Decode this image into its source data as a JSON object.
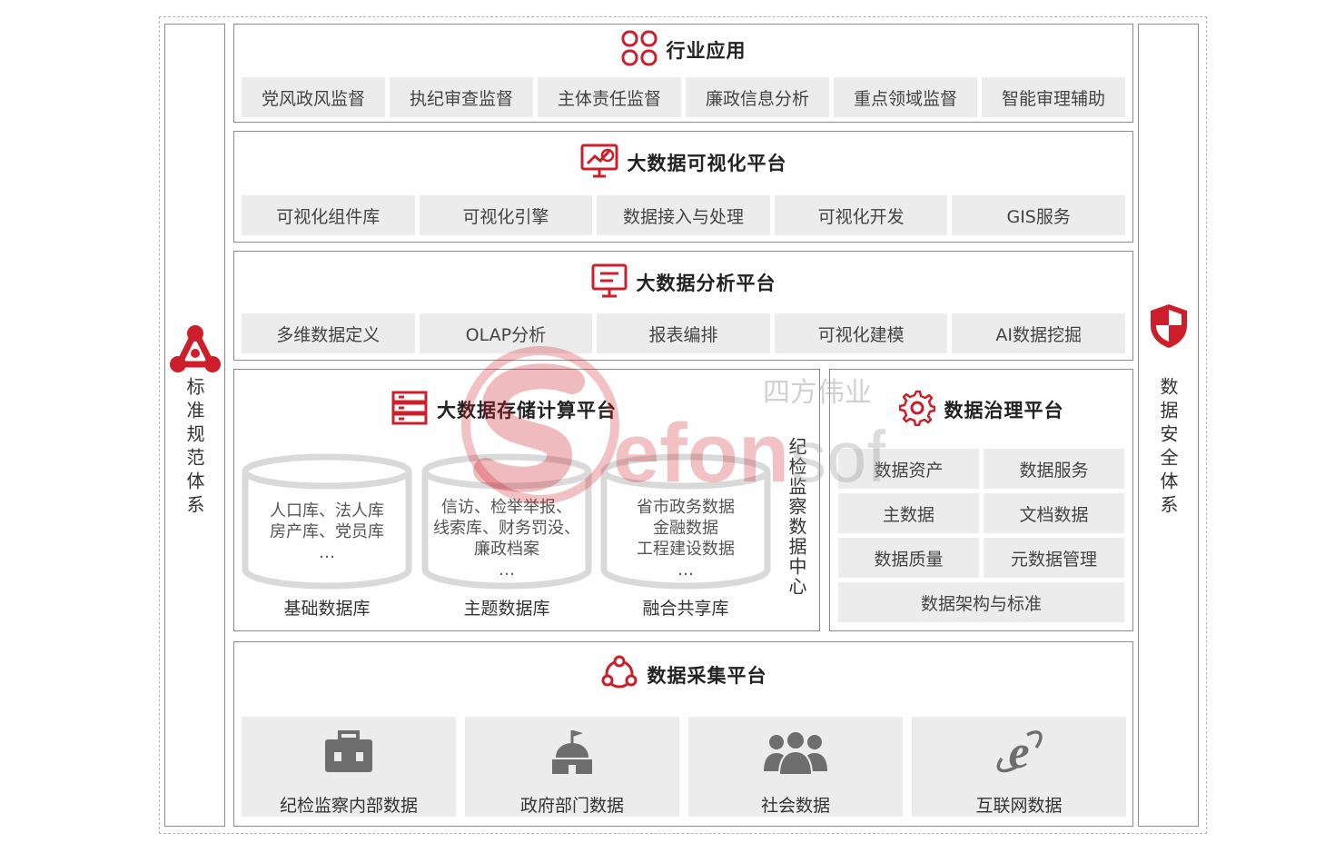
{
  "left_side": {
    "label": "标准规范体系",
    "icon": "share-nodes-icon"
  },
  "right_side": {
    "label": "数据安全体系",
    "icon": "shield-icon"
  },
  "industry": {
    "title": "行业应用",
    "icon": "grid-icon",
    "items": [
      "党风政风监督",
      "执纪审查监督",
      "主体责任监督",
      "廉政信息分析",
      "重点领域监督",
      "智能审理辅助"
    ]
  },
  "visualization": {
    "title": "大数据可视化平台",
    "icon": "monitor-chart-icon",
    "items": [
      "可视化组件库",
      "可视化引擎",
      "数据接入与处理",
      "可视化开发",
      "GIS服务"
    ]
  },
  "analysis": {
    "title": "大数据分析平台",
    "icon": "screen-list-icon",
    "items": [
      "多维数据定义",
      "OLAP分析",
      "报表编排",
      "可视化建模",
      "AI数据挖掘"
    ]
  },
  "storage": {
    "title": "大数据存储计算平台",
    "icon": "server-icon",
    "databases": [
      {
        "lines": [
          "人口库、法人库",
          "房产库、党员库",
          "…"
        ],
        "label": "基础数据库"
      },
      {
        "lines": [
          "信访、检举举报、",
          "线索库、财务罚没、",
          "廉政档案",
          "…"
        ],
        "label": "主题数据库"
      },
      {
        "lines": [
          "省市政务数据",
          "金融数据",
          "工程建设数据",
          "…"
        ],
        "label": "融合共享库"
      }
    ],
    "center_label": "纪检监察数据中心"
  },
  "governance": {
    "title": "数据治理平台",
    "icon": "gear-icon",
    "items": [
      "数据资产",
      "数据服务",
      "主数据",
      "文档数据",
      "数据质量",
      "元数据管理"
    ],
    "wide_item": "数据架构与标准"
  },
  "collection": {
    "title": "数据采集平台",
    "icon": "network-cycle-icon",
    "sources": [
      {
        "label": "纪检监察内部数据",
        "icon": "briefcase-icon"
      },
      {
        "label": "政府部门数据",
        "icon": "government-building-icon"
      },
      {
        "label": "社会数据",
        "icon": "people-group-icon"
      },
      {
        "label": "互联网数据",
        "icon": "internet-explorer-icon"
      }
    ]
  },
  "watermark": {
    "brand_cn": "四方伟业",
    "brand_en_a": "efon",
    "brand_en_b": "soft"
  },
  "colors": {
    "accent": "#cc1f2b",
    "chip": "#ececec",
    "border": "#8c8c8c"
  }
}
